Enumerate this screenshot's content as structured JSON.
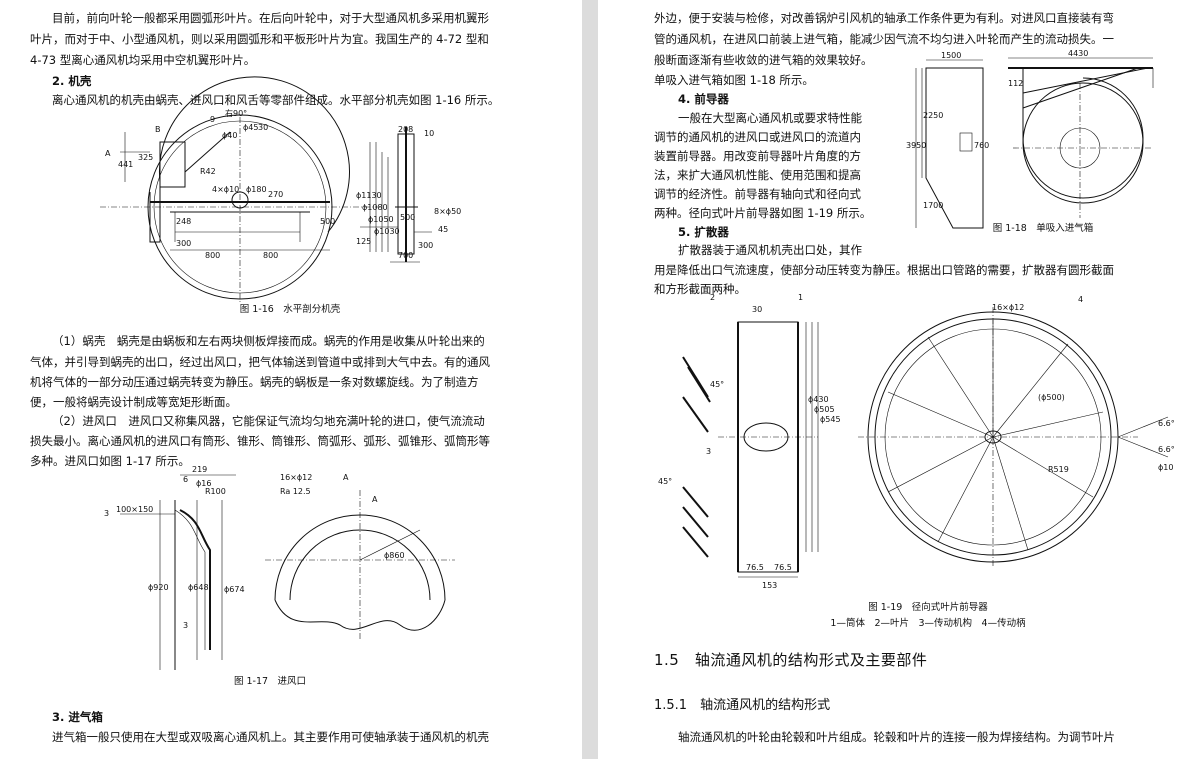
{
  "left_page": {
    "intro_lines": [
      "目前，前向叶轮一般都采用圆弧形叶片。在后向叶轮中，对于大型通风机多采用机翼形",
      "叶片，而对于中、小型通风机，则以采用圆弧形和平板形叶片为宜。我国生产的 4-72 型和",
      "4-73 型离心通风机均采用中空机翼形叶片。"
    ],
    "heading_casing": "2. 机壳",
    "casing_line": "离心通风机的机壳由蜗壳、进风口和风舌等零部件组成。水平部分机壳如图 1-16 所示。",
    "fig16": {
      "caption": "图 1-16　水平剖分机壳",
      "labels": [
        "右90°",
        "9",
        "B",
        "ϕ40",
        "ϕ45",
        "30",
        "A",
        "441",
        "325",
        "R42",
        "4×ϕ10",
        "ϕ180",
        "270",
        "248",
        "500",
        "300",
        "800",
        "800",
        "208",
        "10",
        "ϕ1130",
        "ϕ1080",
        "ϕ1050",
        "ϕ1030",
        "125",
        "500",
        "8×ϕ50",
        "45",
        "300",
        "700"
      ]
    },
    "volute_lines": [
      "（1）蜗壳　蜗壳是由蜗板和左右两块侧板焊接而成。蜗壳的作用是收集从叶轮出来的",
      "气体，并引导到蜗壳的出口，经过出风口，把气体输送到管道中或排到大气中去。有的通风",
      "机将气体的一部分动压通过蜗壳转变为静压。蜗壳的蜗板是一条对数螺旋线。为了制造方",
      "便，一般将蜗壳设计制成等宽矩形断面。"
    ],
    "inlet_lines": [
      "（2）进风口　进风口又称集风器，它能保证气流均匀地充满叶轮的进口，使气流流动",
      "损失最小。离心通风机的进风口有筒形、锥形、筒锥形、筒弧形、弧形、弧锥形、弧筒形等",
      "多种。进风口如图 1-17 所示。"
    ],
    "fig17": {
      "caption": "图 1-17　进风口",
      "labels": [
        "219",
        "6",
        "ϕ16",
        "R100",
        "3",
        "100×150",
        "ϕ920",
        "ϕ648",
        "ϕ674",
        "3",
        "16×ϕ12",
        "A",
        "Ra 12.5",
        "A",
        "ϕ860"
      ]
    },
    "heading_box": "3. 进气箱",
    "box_line": "进气箱一般只使用在大型或双吸离心通风机上。其主要作用可使轴承装于通风机的机壳"
  },
  "right_page": {
    "box_cont_lines": [
      "外边，便于安装与检修，对改善锅炉引风机的轴承工作条件更为有利。对进风口直接装有弯",
      "管的通风机，在进风口前装上进气箱，能减少因气流不均匀进入叶轮而产生的流动损失。一",
      "般断面逐渐有些收敛的进气箱的效果较好。",
      "单吸入进气箱如图 1-18 所示。"
    ],
    "heading_guide": "4. 前导器",
    "guide_lines": [
      "一般在大型离心通风机或要求特性能",
      "调节的通风机的进风口或进风口的流道内",
      "装置前导器。用改变前导器叶片角度的方",
      "法，来扩大通风机性能、使用范围和提高",
      "调节的经济性。前导器有轴向式和径向式",
      "两种。径向式叶片前导器如图 1-19 所示。"
    ],
    "heading_diffuser": "5. 扩散器",
    "diffuser_lines": [
      "扩散器装于通风机机壳出口处，其作",
      "用是降低出口气流速度，使部分动压转变为静压。根据出口管路的需要，扩散器有圆形截面",
      "和方形截面两种。"
    ],
    "fig18": {
      "caption": "图 1-18　单吸入进气箱",
      "labels": [
        "1500",
        "4430",
        "112",
        "3950",
        "2250",
        "1700",
        "760"
      ]
    },
    "fig19": {
      "caption": "图 1-19　径向式叶片前导器",
      "legend": "1—筒体　2—叶片　3—传动机构　4—传动柄",
      "labels": [
        "2",
        "30",
        "1",
        "45°",
        "ϕ430",
        "ϕ505",
        "ϕ545",
        "3",
        "45°",
        "76.5",
        "76.5",
        "153",
        "16×ϕ12",
        "4",
        "(ϕ500)",
        "6.6°",
        "6.6°",
        "R519",
        "ϕ10"
      ]
    },
    "section_title": "1.5　轴流通风机的结构形式及主要部件",
    "subsection_title": "1.5.1　轴流通风机的结构形式",
    "axial_line": "轴流通风机的叶轮由轮毂和叶片组成。轮毂和叶片的连接一般为焊接结构。为调节叶片"
  }
}
